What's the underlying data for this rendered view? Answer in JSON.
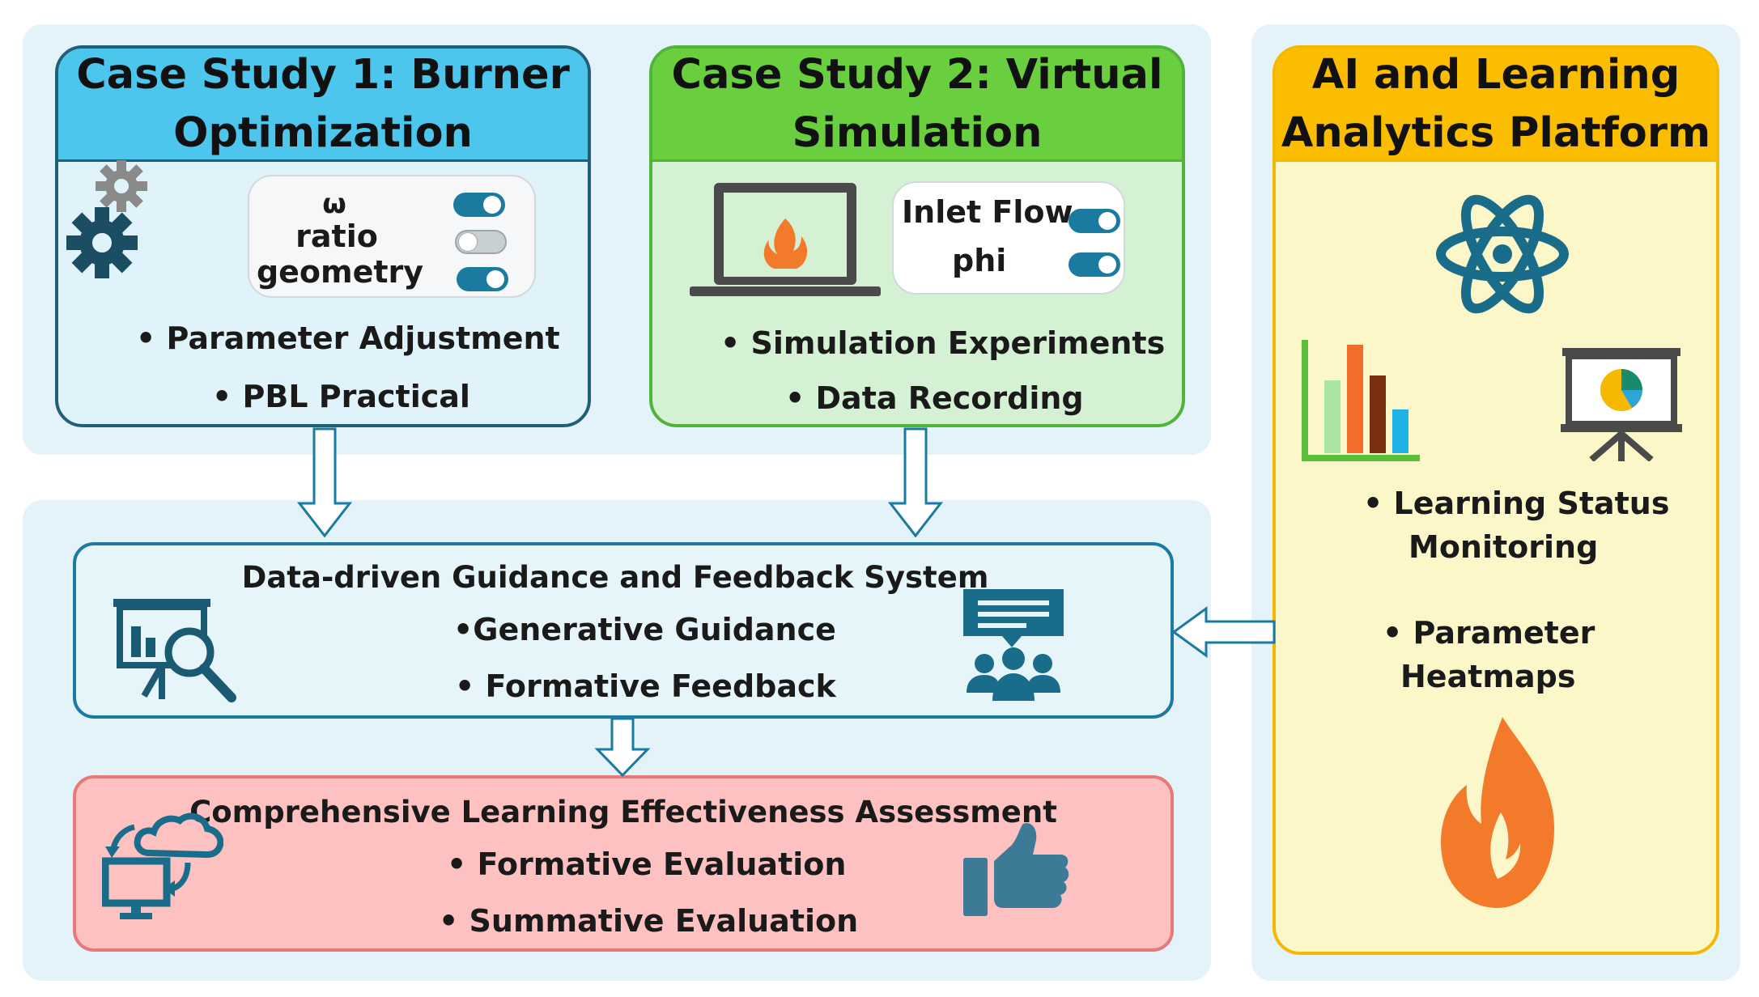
{
  "case_study_1": {
    "title_line1": "Case Study 1: Burner",
    "title_line2": "Optimization",
    "toggles": [
      "ω",
      "ratio",
      "geometry"
    ],
    "bullets": [
      "• Parameter Adjustment",
      "• PBL Practical"
    ]
  },
  "case_study_2": {
    "title_line1": "Case Study 2: Virtual",
    "title_line2": "Simulation",
    "toggles": [
      "Inlet Flow",
      "phi"
    ],
    "bullets": [
      "• Simulation Experiments",
      "• Data Recording"
    ]
  },
  "platform": {
    "title_line1": "AI and Learning",
    "title_line2": "Analytics Platform",
    "bullet1_line1": "• Learning Status",
    "bullet1_line2": "Monitoring",
    "bullet2_line1": "• Parameter",
    "bullet2_line2": "Heatmaps"
  },
  "guidance": {
    "title": "Data-driven Guidance and Feedback System",
    "bullets": [
      "•Generative Guidance",
      "• Formative Feedback"
    ]
  },
  "assessment": {
    "title": "Comprehensive Learning Effectiveness Assessment",
    "bullets": [
      "• Formative Evaluation",
      "• Summative Evaluation"
    ]
  },
  "colors": {
    "blue_header": "#4cc6ec",
    "green_header": "#69cf3e",
    "yellow_header": "#fbbd00",
    "dark_teal": "#1a7aa0",
    "flame": "#f47a2b",
    "assessment_fill": "#fdc1c1"
  },
  "icons": [
    "gear-icon",
    "laptop-flame-icon",
    "atom-icon",
    "bar-chart-icon",
    "presentation-pie-icon",
    "flame-icon",
    "presentation-analysis-icon",
    "audience-chat-icon",
    "cloud-sync-icon",
    "thumbs-up-icon"
  ]
}
